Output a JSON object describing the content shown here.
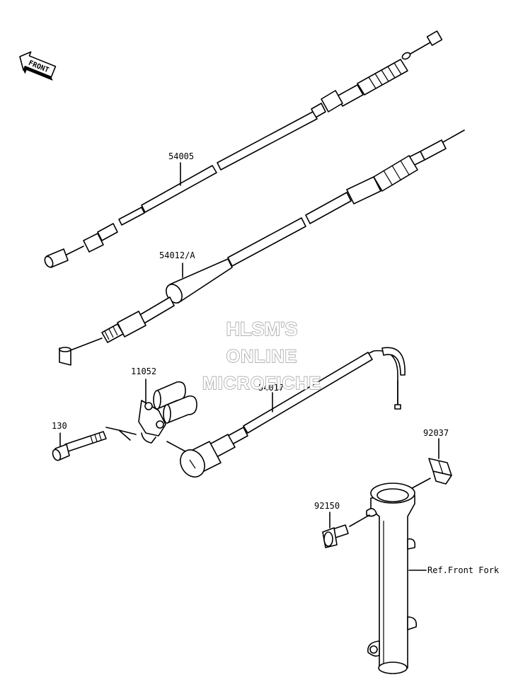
{
  "compass": {
    "label": "FRONT"
  },
  "parts": {
    "p54005": "54005",
    "p54012": "54012/A",
    "p54017": "54017",
    "p11052": "11052",
    "p130": "130",
    "p92037": "92037",
    "p92150": "92150",
    "ref_fork": "Ref.Front Fork"
  },
  "watermark": {
    "line1": "HLSM'S",
    "line2": "ONLINE",
    "line3": "MICROFICHE"
  }
}
